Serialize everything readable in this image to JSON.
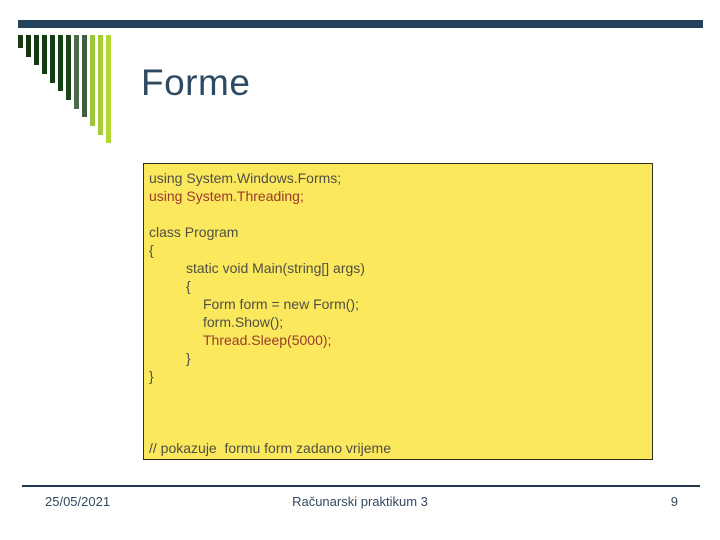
{
  "slide": {
    "title": "Forme",
    "footer": {
      "date": "25/05/2021",
      "center": "Računarski praktikum 3",
      "page": "9"
    }
  },
  "codebox": {
    "lines": [
      {
        "text": "using System.Windows.Forms;"
      },
      {
        "text": "using System.Threading;"
      },
      {
        "text": ""
      },
      {
        "text": "class Program"
      },
      {
        "text": "{"
      },
      {
        "text": "static void Main(string[] args)"
      },
      {
        "text": "{"
      },
      {
        "text": "Form form = new Form();"
      },
      {
        "text": "form.Show();"
      },
      {
        "text": "Thread.Sleep(5000);"
      },
      {
        "text": "}"
      },
      {
        "text": "}"
      },
      {
        "text": ""
      },
      {
        "text": ""
      },
      {
        "text": ""
      },
      {
        "text": "// pokazuje  formu form zadano vrijeme"
      }
    ]
  },
  "logo": {
    "name": "green-bars-logo",
    "bars": [
      {
        "h": 13,
        "c": "#1b3a10"
      },
      {
        "h": 22,
        "c": "#16350e"
      },
      {
        "h": 30,
        "c": "#123a10"
      },
      {
        "h": 39,
        "c": "#113c11"
      },
      {
        "h": 48,
        "c": "#123f12"
      },
      {
        "h": 56,
        "c": "#134111"
      },
      {
        "h": 65,
        "c": "#1a4517"
      },
      {
        "h": 74,
        "c": "#4b6b4c"
      },
      {
        "h": 82,
        "c": "#3f6040"
      },
      {
        "h": 91,
        "c": "#9cc637"
      },
      {
        "h": 100,
        "c": "#a4cd36"
      },
      {
        "h": 108,
        "c": "#b1d733"
      }
    ]
  },
  "colors": {
    "accent_bar": "#24415c",
    "title_color": "#2e4a63",
    "divider_color": "#22384e",
    "footer_text": "#33495e",
    "codebox_bg": "#fbe85c",
    "codebox_border": "#2f2f20",
    "code_text": "#4f4f46",
    "code_red": "#9a3a2c"
  }
}
